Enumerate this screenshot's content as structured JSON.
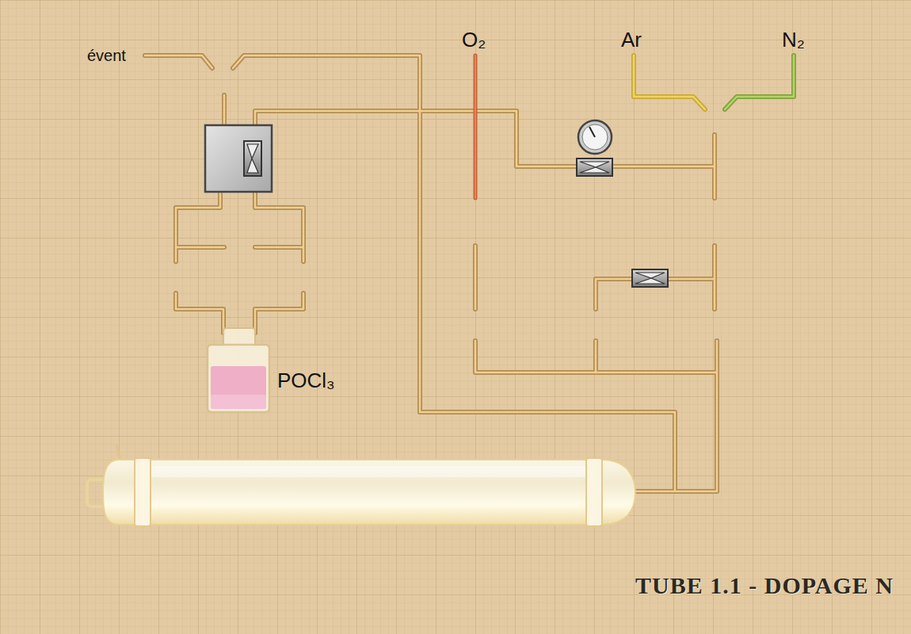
{
  "diagram": {
    "title": "TUBE 1.1 - DOPAGE N",
    "nodes": [
      {
        "text": [
          "POCl₃"
        ]
      }
    ],
    "labels": [
      "évent",
      "O₂",
      "Ar",
      "N₂"
    ]
  }
}
